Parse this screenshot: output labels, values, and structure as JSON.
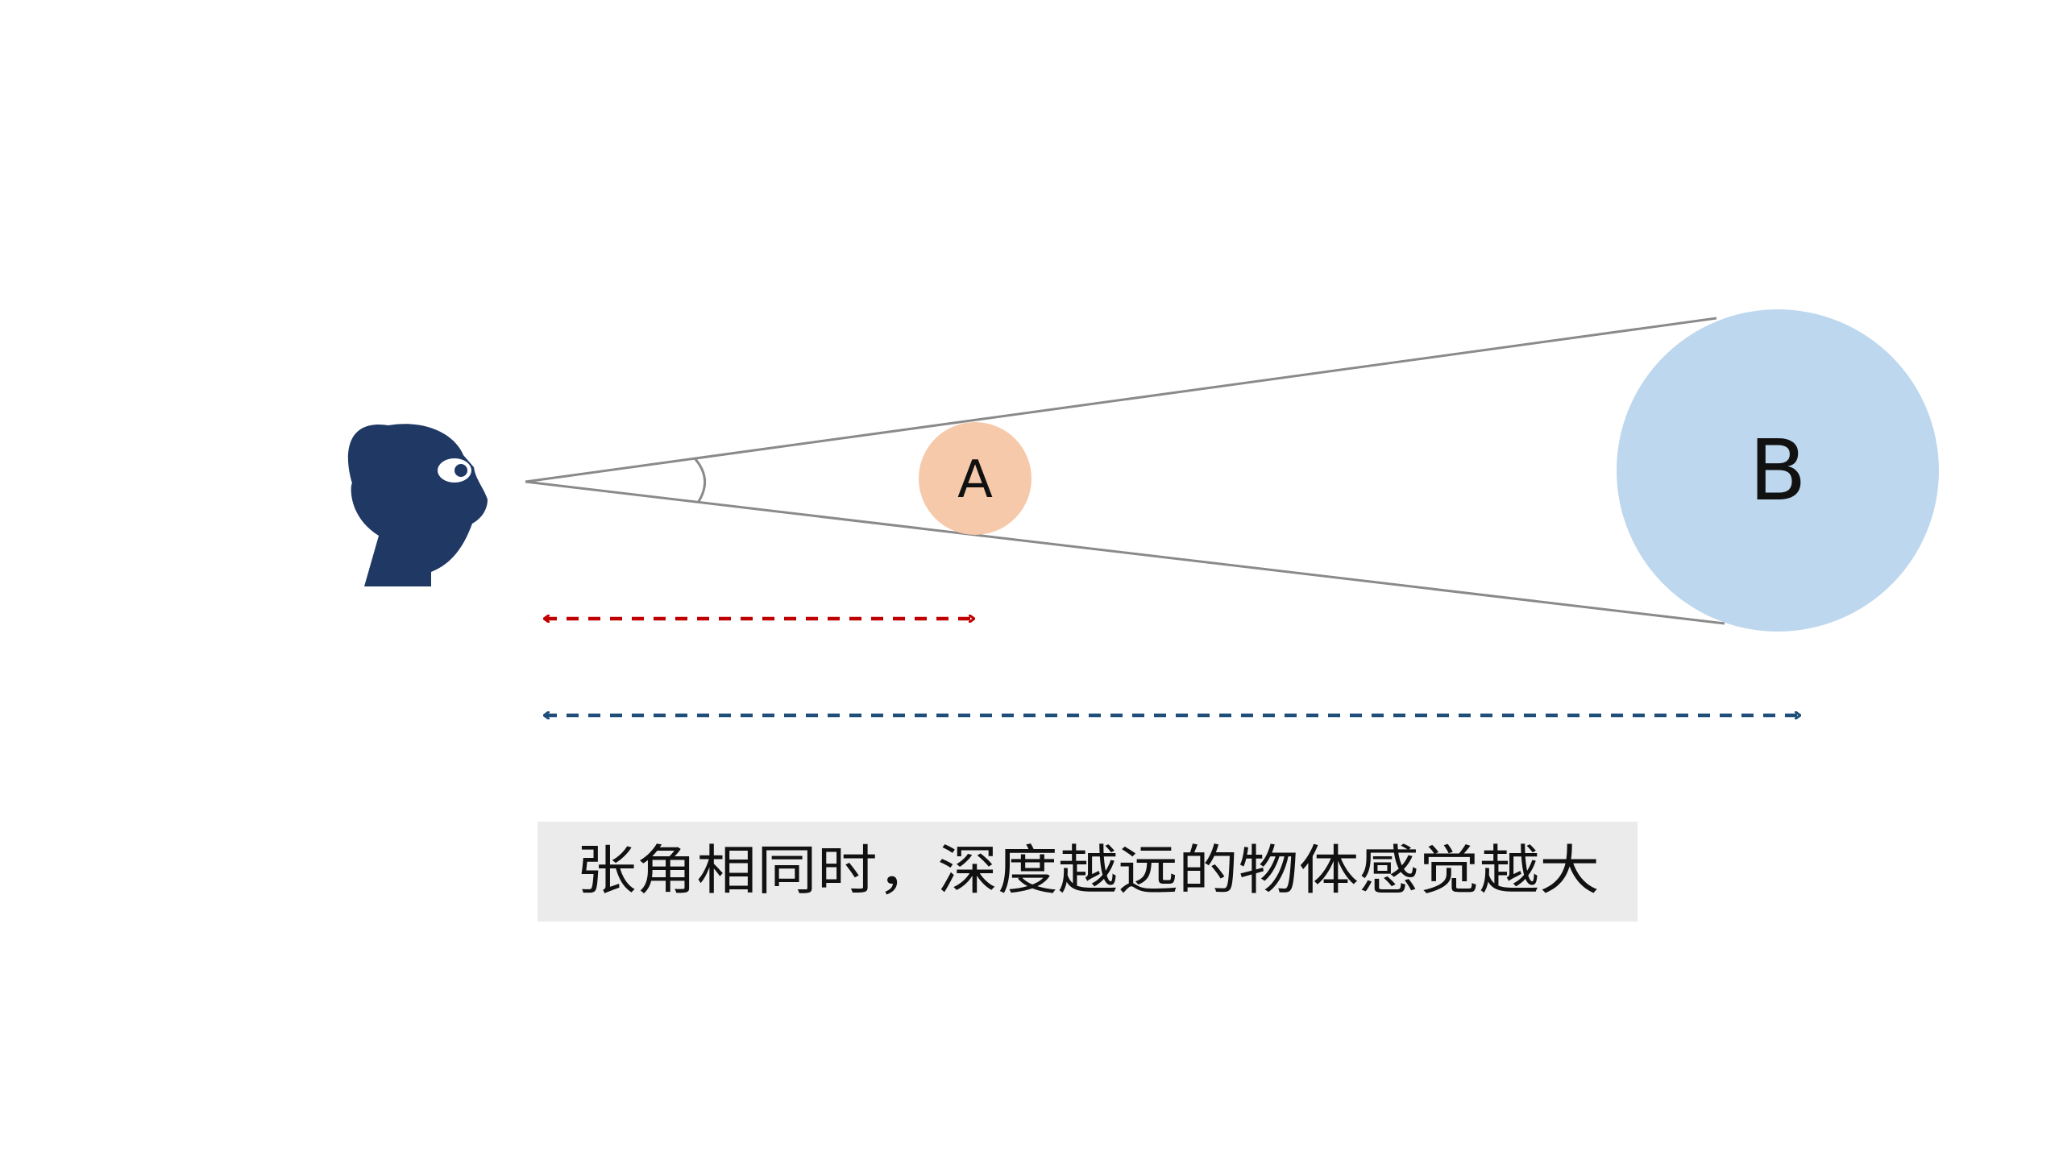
{
  "objects": {
    "a": {
      "label": "A",
      "color": "#F6C9AA"
    },
    "b": {
      "label": "B",
      "color": "#BDD7EE"
    }
  },
  "viewer": {
    "color": "#1F3864"
  },
  "sight_line_color": "#8A8A8A",
  "distance_arrows": {
    "near": {
      "color": "#C00000"
    },
    "far": {
      "color": "#1F4E79"
    }
  },
  "caption": {
    "text": "张角相同时，深度越远的物体感觉越大",
    "background": "#EBEBEB"
  }
}
